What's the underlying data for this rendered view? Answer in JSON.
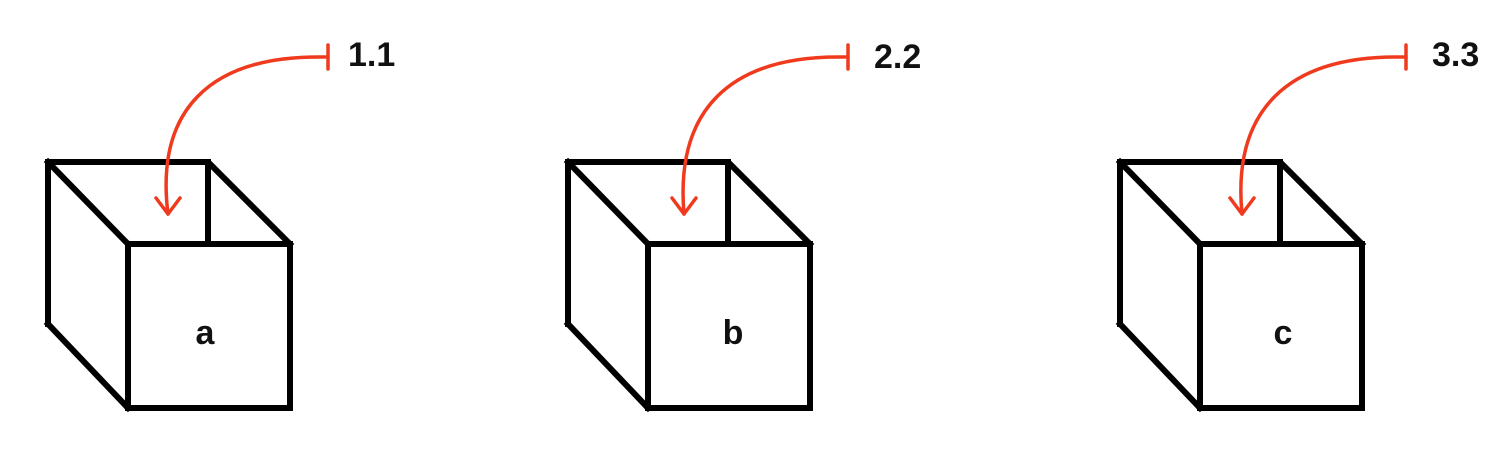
{
  "colors": {
    "box_stroke": "#000000",
    "arrow": "#f03a1e",
    "text": "#111111"
  },
  "items": [
    {
      "label": "a",
      "value": "1.1"
    },
    {
      "label": "b",
      "value": "2.2"
    },
    {
      "label": "c",
      "value": "3.3"
    }
  ]
}
